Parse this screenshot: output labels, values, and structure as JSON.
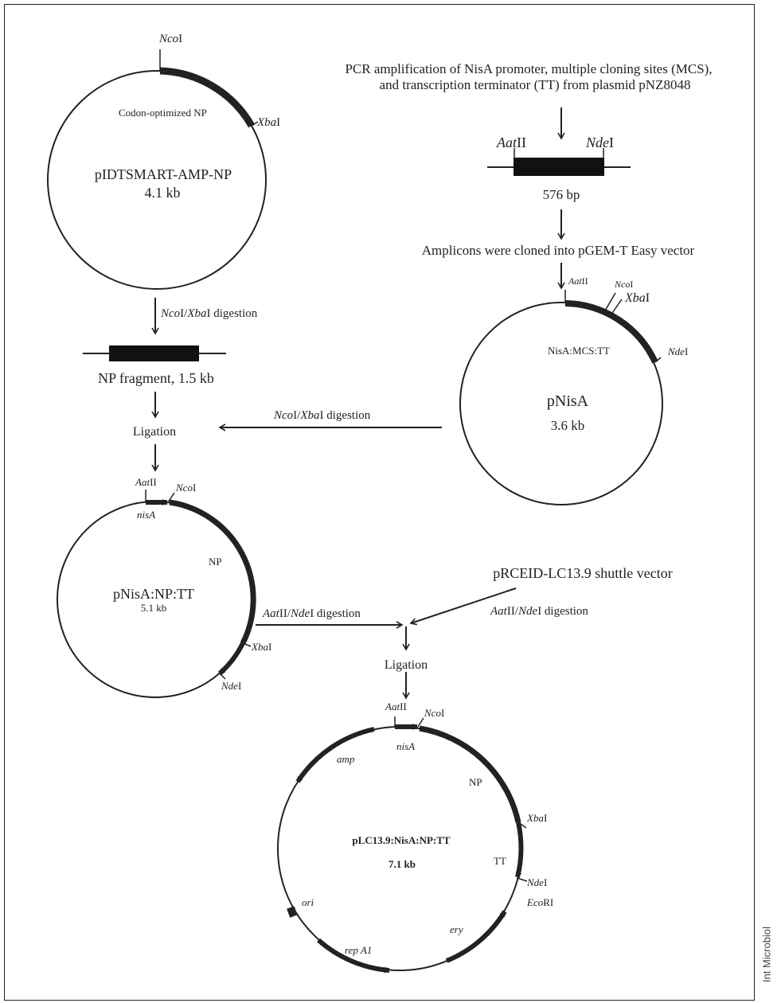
{
  "plasmid1": {
    "name": "pIDTSMART-AMP-NP",
    "size": "4.1 kb",
    "insert_label": "Codon-optimized NP",
    "site_nco": {
      "italic": "Nco",
      "roman": "I"
    },
    "site_xba": {
      "italic": "Xba",
      "roman": "I"
    }
  },
  "step_left_digest": {
    "italic1": "Nco",
    "roman1": "I/",
    "italic2": "Xba",
    "roman2": "I digestion"
  },
  "np_fragment": "NP fragment, 1.5 kb",
  "ligation_left": "Ligation",
  "pcr_text": {
    "line1": "PCR amplification of NisA promoter, multiple cloning sites (MCS),",
    "line2": "and transcription terminator  (TT)  from plasmid pNZ8048"
  },
  "amplicon": {
    "site_aat": {
      "italic": "Aat",
      "roman": "II"
    },
    "site_nde": {
      "italic": "Nde",
      "roman": "I"
    },
    "size": "576 bp"
  },
  "cloned_text": "Amplicons were cloned into pGEM-T Easy vector",
  "plasmid2": {
    "name": "pNisA",
    "size": "3.6 kb",
    "insert_label": "NisA:MCS:TT",
    "site_aat": {
      "italic": "Aat",
      "roman": "II"
    },
    "site_nco": {
      "italic": "Nco",
      "roman": "I"
    },
    "site_xba": {
      "italic": "Xba",
      "roman": "I"
    },
    "site_nde": {
      "italic": "Nde",
      "roman": "I"
    }
  },
  "step_middle_digest": {
    "italic1": "Nco",
    "roman1": "I/",
    "italic2": "Xba",
    "roman2": "I digestion"
  },
  "plasmid3": {
    "name": "pNisA:NP:TT",
    "size": "5.1 kb",
    "gene_nisa": "nisA",
    "gene_np": "NP",
    "site_aat": {
      "italic": "Aat",
      "roman": "II"
    },
    "site_nco": {
      "italic": "Nco",
      "roman": "I"
    },
    "site_xba": {
      "italic": "Xba",
      "roman": "I"
    },
    "site_nde": {
      "italic": "Nde",
      "roman": "I"
    }
  },
  "step_left_aat": {
    "italic1": "Aat",
    "roman1": "II/",
    "italic2": "Nde",
    "roman2": "I digestion"
  },
  "shuttle_vector": "pRCEID-LC13.9 shuttle vector",
  "step_right_aat": {
    "italic1": "Aat",
    "roman1": "II/",
    "italic2": "Nde",
    "roman2": "I digestion"
  },
  "ligation_bottom": "Ligation",
  "plasmid4": {
    "name": "pLC13.9:NisA:NP:TT",
    "size": "7.1 kb",
    "gene_amp": "amp",
    "gene_nisa": "nisA",
    "gene_np": "NP",
    "gene_tt": "TT",
    "gene_ori": "ori",
    "gene_rep": "rep A1",
    "gene_ery": "ery",
    "site_aat": {
      "italic": "Aat",
      "roman": "II"
    },
    "site_nco": {
      "italic": "Nco",
      "roman": "I"
    },
    "site_xba": {
      "italic": "Xba",
      "roman": "I"
    },
    "site_nde": {
      "italic": "Nde",
      "roman": "I"
    },
    "site_eco": {
      "italic": "Eco",
      "roman": "RI"
    }
  },
  "watermark": "Int Microbiol"
}
